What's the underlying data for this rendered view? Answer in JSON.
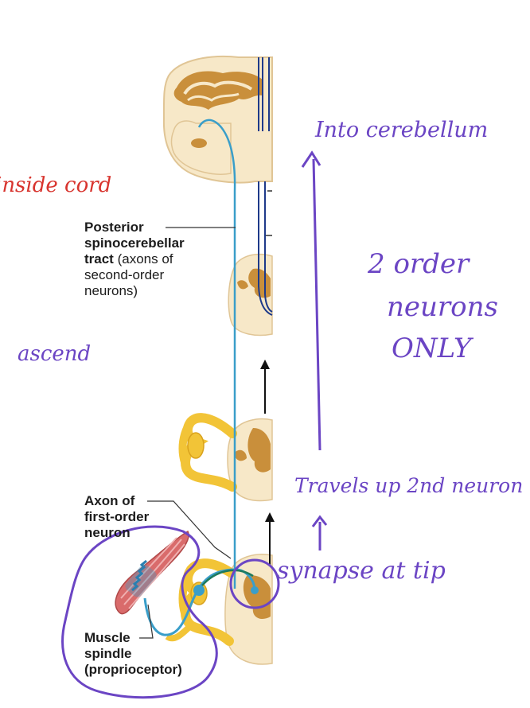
{
  "figure": {
    "labels": {
      "posterior_tract": {
        "bold": "Posterior\nspinocerebellar\ntract",
        "rest_line3": " (axons of",
        "rest_lines": "second-order\nneurons)"
      },
      "axon_first_order": "Axon of\nfirst-order\nneuron",
      "muscle_spindle": "Muscle\nspindle\n(proprioceptor)"
    },
    "handwritten_notes": {
      "inside_cord": "inside cord",
      "ascend": "ascend",
      "into_cerebellum": "Into cerebellum",
      "two_order": "2 order",
      "neurons": "neurons",
      "only": "ONLY",
      "travels_up": "Travels up 2nd neuron",
      "synapse": "synapse at tip"
    },
    "colors": {
      "tract_blue": "#3a9ec9",
      "dark_blue": "#1e3a8a",
      "cord_cream": "#f7e8c8",
      "gray_matter": "#c98f3b",
      "nerve_yellow": "#f2c437",
      "muscle_red": "#d96b6b",
      "ink_purple": "#6b45c4",
      "ink_red": "#d8342e"
    }
  }
}
